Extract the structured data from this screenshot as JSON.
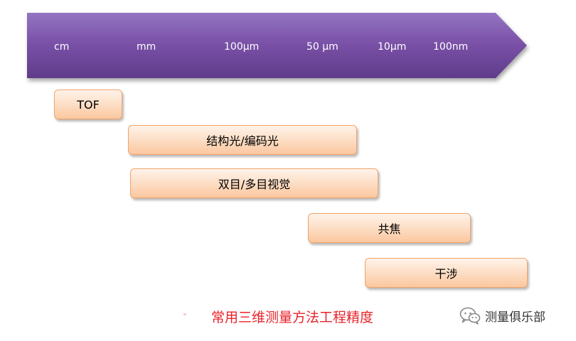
{
  "scale": {
    "labels": [
      "cm",
      "mm",
      "100µm",
      "50 µm",
      "10µm",
      "100nm"
    ]
  },
  "methods": [
    {
      "label": "TOF"
    },
    {
      "label": "结构光/编码光"
    },
    {
      "label": "双目/多目视觉"
    },
    {
      "label": "共焦"
    },
    {
      "label": "干涉"
    }
  ],
  "caption": "常用三维测量方法工程精度",
  "watermark": {
    "icon": "wechat-icon",
    "text": "测量俱乐部"
  },
  "colors": {
    "arrow_fill": "#7d56a9",
    "box_fill": "#fcd3b4",
    "box_border": "#f2a46a",
    "caption": "#e8232a"
  }
}
